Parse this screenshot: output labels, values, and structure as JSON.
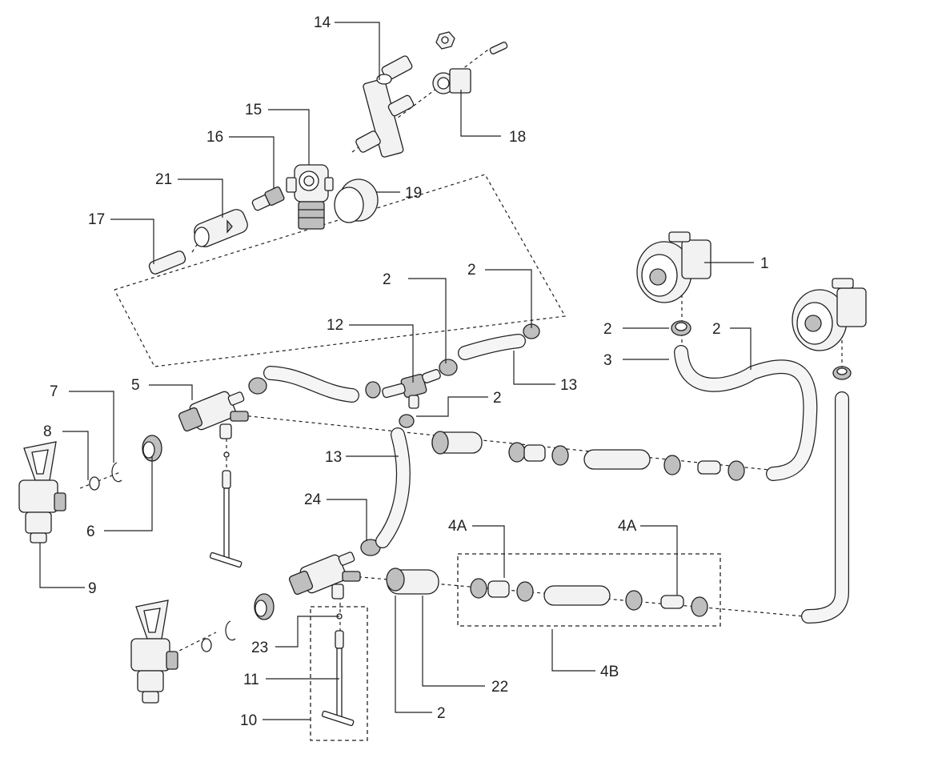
{
  "diagram": {
    "type": "exploded parts diagram",
    "callouts": [
      {
        "id": "c1",
        "label": "1"
      },
      {
        "id": "c2a",
        "label": "2"
      },
      {
        "id": "c2b",
        "label": "2"
      },
      {
        "id": "c2c",
        "label": "2"
      },
      {
        "id": "c2d",
        "label": "2"
      },
      {
        "id": "c2e",
        "label": "2"
      },
      {
        "id": "c2f",
        "label": "2"
      },
      {
        "id": "c3",
        "label": "3"
      },
      {
        "id": "c4a1",
        "label": "4A"
      },
      {
        "id": "c4a2",
        "label": "4A"
      },
      {
        "id": "c4b",
        "label": "4B"
      },
      {
        "id": "c5",
        "label": "5"
      },
      {
        "id": "c6",
        "label": "6"
      },
      {
        "id": "c7",
        "label": "7"
      },
      {
        "id": "c8",
        "label": "8"
      },
      {
        "id": "c9",
        "label": "9"
      },
      {
        "id": "c10",
        "label": "10"
      },
      {
        "id": "c11",
        "label": "11"
      },
      {
        "id": "c12",
        "label": "12"
      },
      {
        "id": "c13a",
        "label": "13"
      },
      {
        "id": "c13b",
        "label": "13"
      },
      {
        "id": "c14",
        "label": "14"
      },
      {
        "id": "c15",
        "label": "15"
      },
      {
        "id": "c16",
        "label": "16"
      },
      {
        "id": "c17",
        "label": "17"
      },
      {
        "id": "c18",
        "label": "18"
      },
      {
        "id": "c19",
        "label": "19"
      },
      {
        "id": "c21",
        "label": "21"
      },
      {
        "id": "c22",
        "label": "22"
      },
      {
        "id": "c23",
        "label": "23"
      },
      {
        "id": "c24",
        "label": "24"
      }
    ]
  }
}
